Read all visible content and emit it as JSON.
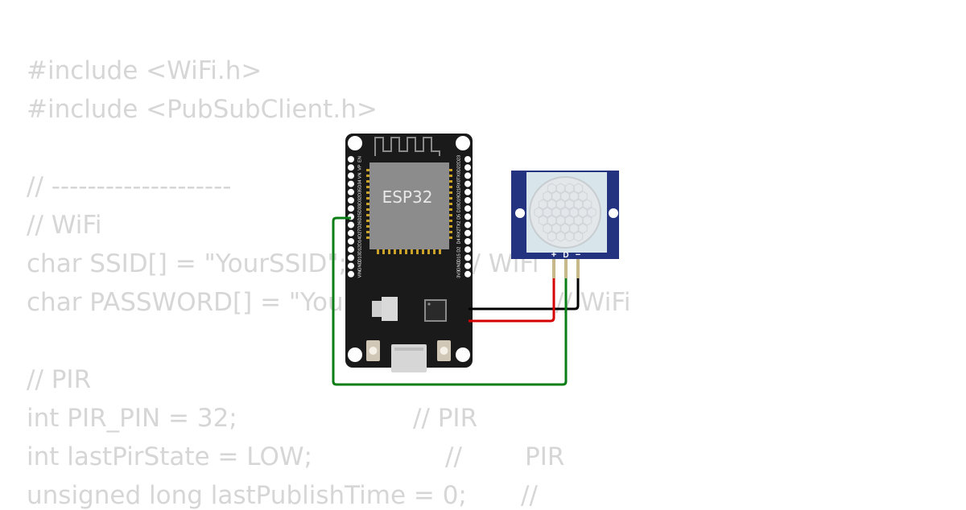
{
  "code": {
    "lines": [
      "#include <WiFi.h>",
      "#include <PubSubClient.h>",
      "",
      "// --------------------",
      "// WiFi",
      "char SSID[] = \"YourSSID\";",
      "char PASSWORD[] = \"YourP",
      "",
      "// PIR",
      "int PIR_PIN = 32;",
      "int lastPirState = LOW;",
      "unsigned long lastPublishTime = 0;"
    ],
    "comments": {
      "dash_tail": "--",
      "wifi_ssid": "// WiFi",
      "wifi_pass": "// WiFi",
      "pir_pin": "// PIR",
      "last_pir": "//",
      "last_pir_word": "PIR",
      "publish": "//"
    }
  },
  "board": {
    "chip_label": "ESP32",
    "left_pins": [
      "EN",
      "VP",
      "VN",
      "D34",
      "D35",
      "D32",
      "D33",
      "D25",
      "D26",
      "D27",
      "D14",
      "D12",
      "D13",
      "GND",
      "VIN"
    ],
    "right_pins": [
      "D23",
      "D22",
      "TX0",
      "RX0",
      "D21",
      "D19",
      "D18",
      "D5",
      "TX2",
      "RX2",
      "D4",
      "D2",
      "D15",
      "GND",
      "3V3"
    ]
  },
  "pir": {
    "pin_labels": [
      "+",
      "D",
      "−"
    ]
  },
  "colors": {
    "wire_power": "#d40000",
    "wire_ground": "#000000",
    "wire_signal": "#0a7d15",
    "board": "#1a1a1a",
    "pir_board": "#23337f"
  }
}
